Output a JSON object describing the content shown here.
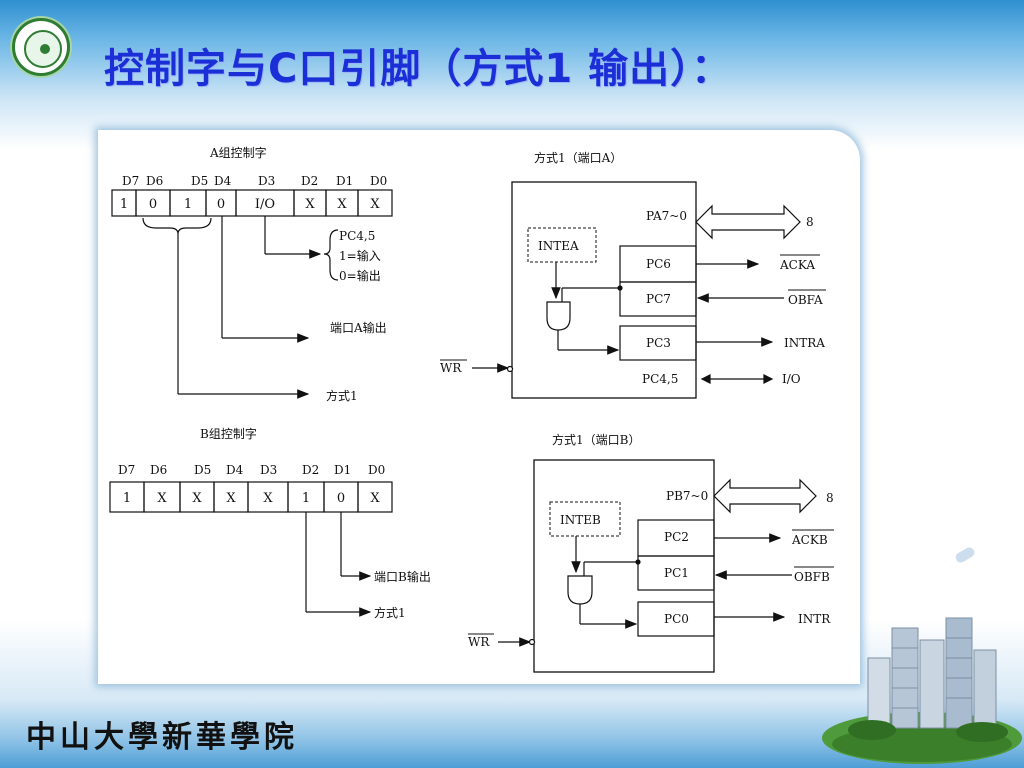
{
  "slide": {
    "title": "控制字与C口引脚（方式1 输出）：",
    "footer": "中山大學新華學院"
  },
  "group_a": {
    "heading": "A组控制字",
    "bits": [
      "D7",
      "D6",
      "D5",
      "D4",
      "D3",
      "D2",
      "D1",
      "D0"
    ],
    "values": [
      "1",
      "0",
      "1",
      "0",
      "I/O",
      "X",
      "X",
      "X"
    ],
    "pc45_label": "PC4,5",
    "pc45_in": "1=输入",
    "pc45_out": "0=输出",
    "porta_out": "端口A输出",
    "mode1": "方式1"
  },
  "group_b": {
    "heading": "B组控制字",
    "bits": [
      "D7",
      "D6",
      "D5",
      "D4",
      "D3",
      "D2",
      "D1",
      "D0"
    ],
    "values": [
      "1",
      "X",
      "X",
      "X",
      "X",
      "1",
      "0",
      "X"
    ],
    "portb_out": "端口B输出",
    "mode1": "方式1"
  },
  "port_a": {
    "heading": "方式1（端口A）",
    "pa_label": "PA7~0",
    "pa_width": "8",
    "inte": "INTEA",
    "pc6": "PC6",
    "pc7": "PC7",
    "pc3": "PC3",
    "pc45": "PC4,5",
    "ack": "ACKA",
    "obf": "OBFA",
    "intr": "INTRA",
    "io": "I/O",
    "wr": "WR"
  },
  "port_b": {
    "heading": "方式1（端口B）",
    "pb_label": "PB7~0",
    "pb_width": "8",
    "inte": "INTEB",
    "pc2": "PC2",
    "pc1": "PC1",
    "pc0": "PC0",
    "ack": "ACKB",
    "obf": "OBFB",
    "intr": "INTR",
    "wr": "WR"
  }
}
